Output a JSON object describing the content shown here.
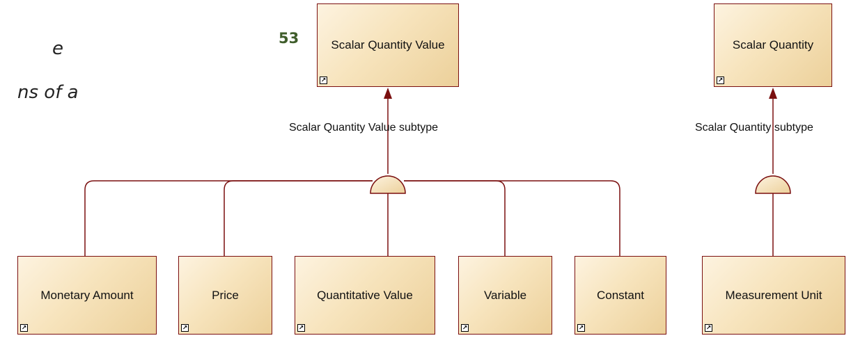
{
  "text_fragments": [
    "e",
    "ns of a"
  ],
  "diagram_number": "53",
  "supertypes": {
    "scalar_quantity_value": "Scalar Quantity Value",
    "scalar_quantity": "Scalar Quantity"
  },
  "generalization_labels": {
    "value_subtype": "Scalar Quantity Value subtype",
    "quantity_subtype": "Scalar Quantity subtype"
  },
  "subtypes": {
    "monetary_amount": "Monetary Amount",
    "price": "Price",
    "quantitative_value": "Quantitative Value",
    "variable": "Variable",
    "constant": "Constant",
    "measurement_unit": "Measurement Unit"
  },
  "colors": {
    "line": "#7a0f0f",
    "box_fill_light": "#fdf3e0",
    "box_fill_dark": "#ecd09a",
    "number": "#3f5d2b"
  },
  "icons": {
    "link": "shortcut-link-icon"
  }
}
